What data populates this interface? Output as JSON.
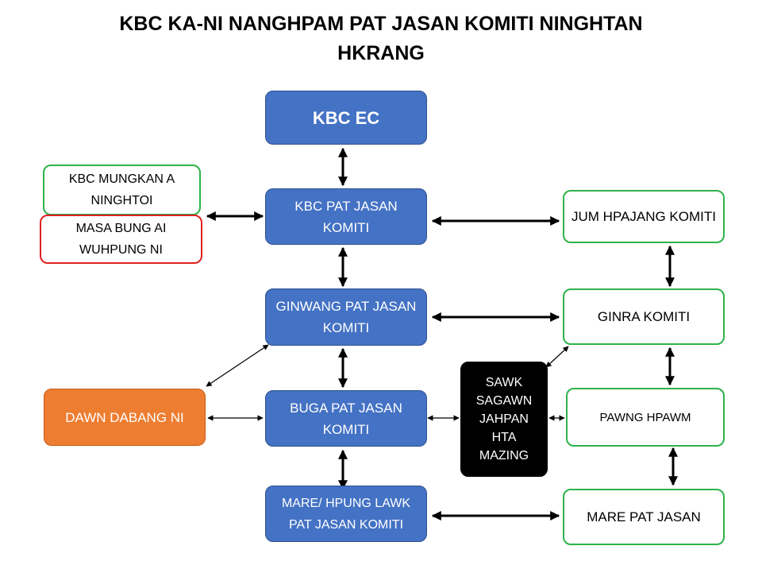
{
  "title": {
    "line1": "KBC KA-NI NANGHPAM PAT JASAN KOMITI NINGHTAN",
    "line2": "HKRANG"
  },
  "nodes": {
    "kbc_ec": "KBC EC",
    "kbc_pat_jasan": "KBC  PAT JASAN KOMITI",
    "kbc_mungkan": "KBC MUNGKAN A NINGHTOI",
    "masa_bung": "MASA BUNG AI WUHPUNG NI",
    "jum_hpajang": "JUM HPAJANG KOMITI",
    "ginwang": "GINWANG  PAT JASAN KOMITI",
    "ginra": "GINRA KOMITI",
    "dawn_dabang": "DAWN DABANG NI",
    "buga": "BUGA  PAT JASAN KOMITI",
    "sawk_sagawn": "SAWK SAGAWN JAHPAN HTA MAZING",
    "pawng_hpawm": "PAWNG HPAWM",
    "mare_hpung": "MARE/ HPUNG LAWK PAT JASAN KOMITI",
    "mare_pat": "MARE PAT JASAN"
  },
  "colors": {
    "blue": "#4472c4",
    "green_border": "#2eb34a",
    "red_border": "#e02020",
    "orange": "#ed7d31",
    "black": "#000000"
  }
}
